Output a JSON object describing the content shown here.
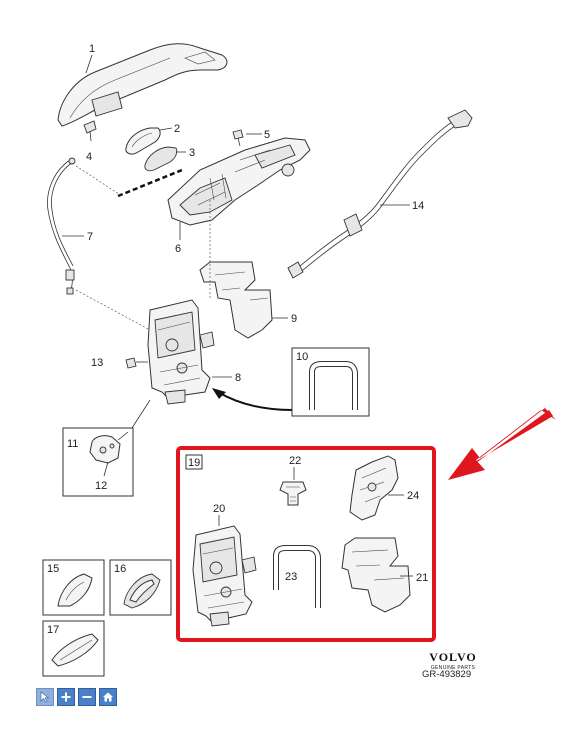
{
  "callouts": {
    "c1": "1",
    "c2": "2",
    "c3": "3",
    "c4": "4",
    "c5": "5",
    "c6": "6",
    "c7": "7",
    "c8": "8",
    "c9": "9",
    "c10": "10",
    "c11": "11",
    "c12": "12",
    "c13": "13",
    "c14": "14",
    "c15": "15",
    "c16": "16",
    "c17": "17",
    "c19": "19",
    "c20": "20",
    "c21": "21",
    "c22": "22",
    "c23": "23",
    "c24": "24"
  },
  "highlight": {
    "color": "#e0161e"
  },
  "brand": {
    "name": "VOLVO",
    "subtitle": "GENUINE PARTS",
    "code": "GR-493829"
  },
  "toolbar": [
    {
      "name": "cursor",
      "icon": "pointer-icon"
    },
    {
      "name": "zoom-in",
      "icon": "plus-icon"
    },
    {
      "name": "zoom-out",
      "icon": "minus-icon"
    },
    {
      "name": "home",
      "icon": "home-icon"
    }
  ]
}
